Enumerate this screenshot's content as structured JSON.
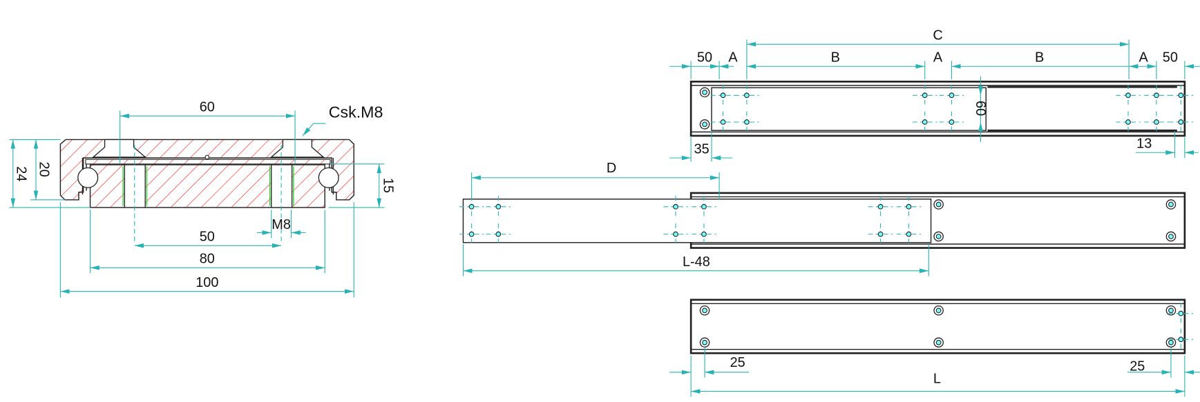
{
  "section": {
    "dim_60": "60",
    "csk_label": "Csk.M8",
    "dim_20": "20",
    "dim_24": "24",
    "dim_15": "15",
    "m8_label": "M8",
    "dim_50": "50",
    "dim_80": "80",
    "dim_100": "100"
  },
  "top_view": {
    "dim_50_left": "50",
    "dim_a1": "A",
    "dim_b1": "B",
    "dim_a2": "A",
    "dim_b2": "B",
    "dim_a3": "A",
    "dim_50_right": "50",
    "dim_c": "C",
    "dim_60": "60",
    "dim_35": "35",
    "dim_13": "13"
  },
  "extended_view": {
    "dim_d": "D",
    "dim_l48": "L-48"
  },
  "bottom_view": {
    "dim_25_left": "25",
    "dim_25_right": "25",
    "dim_l": "L"
  },
  "colors": {
    "dimension": "#27b3b3",
    "hatch": "#ff2a2a",
    "outline": "#222222"
  }
}
